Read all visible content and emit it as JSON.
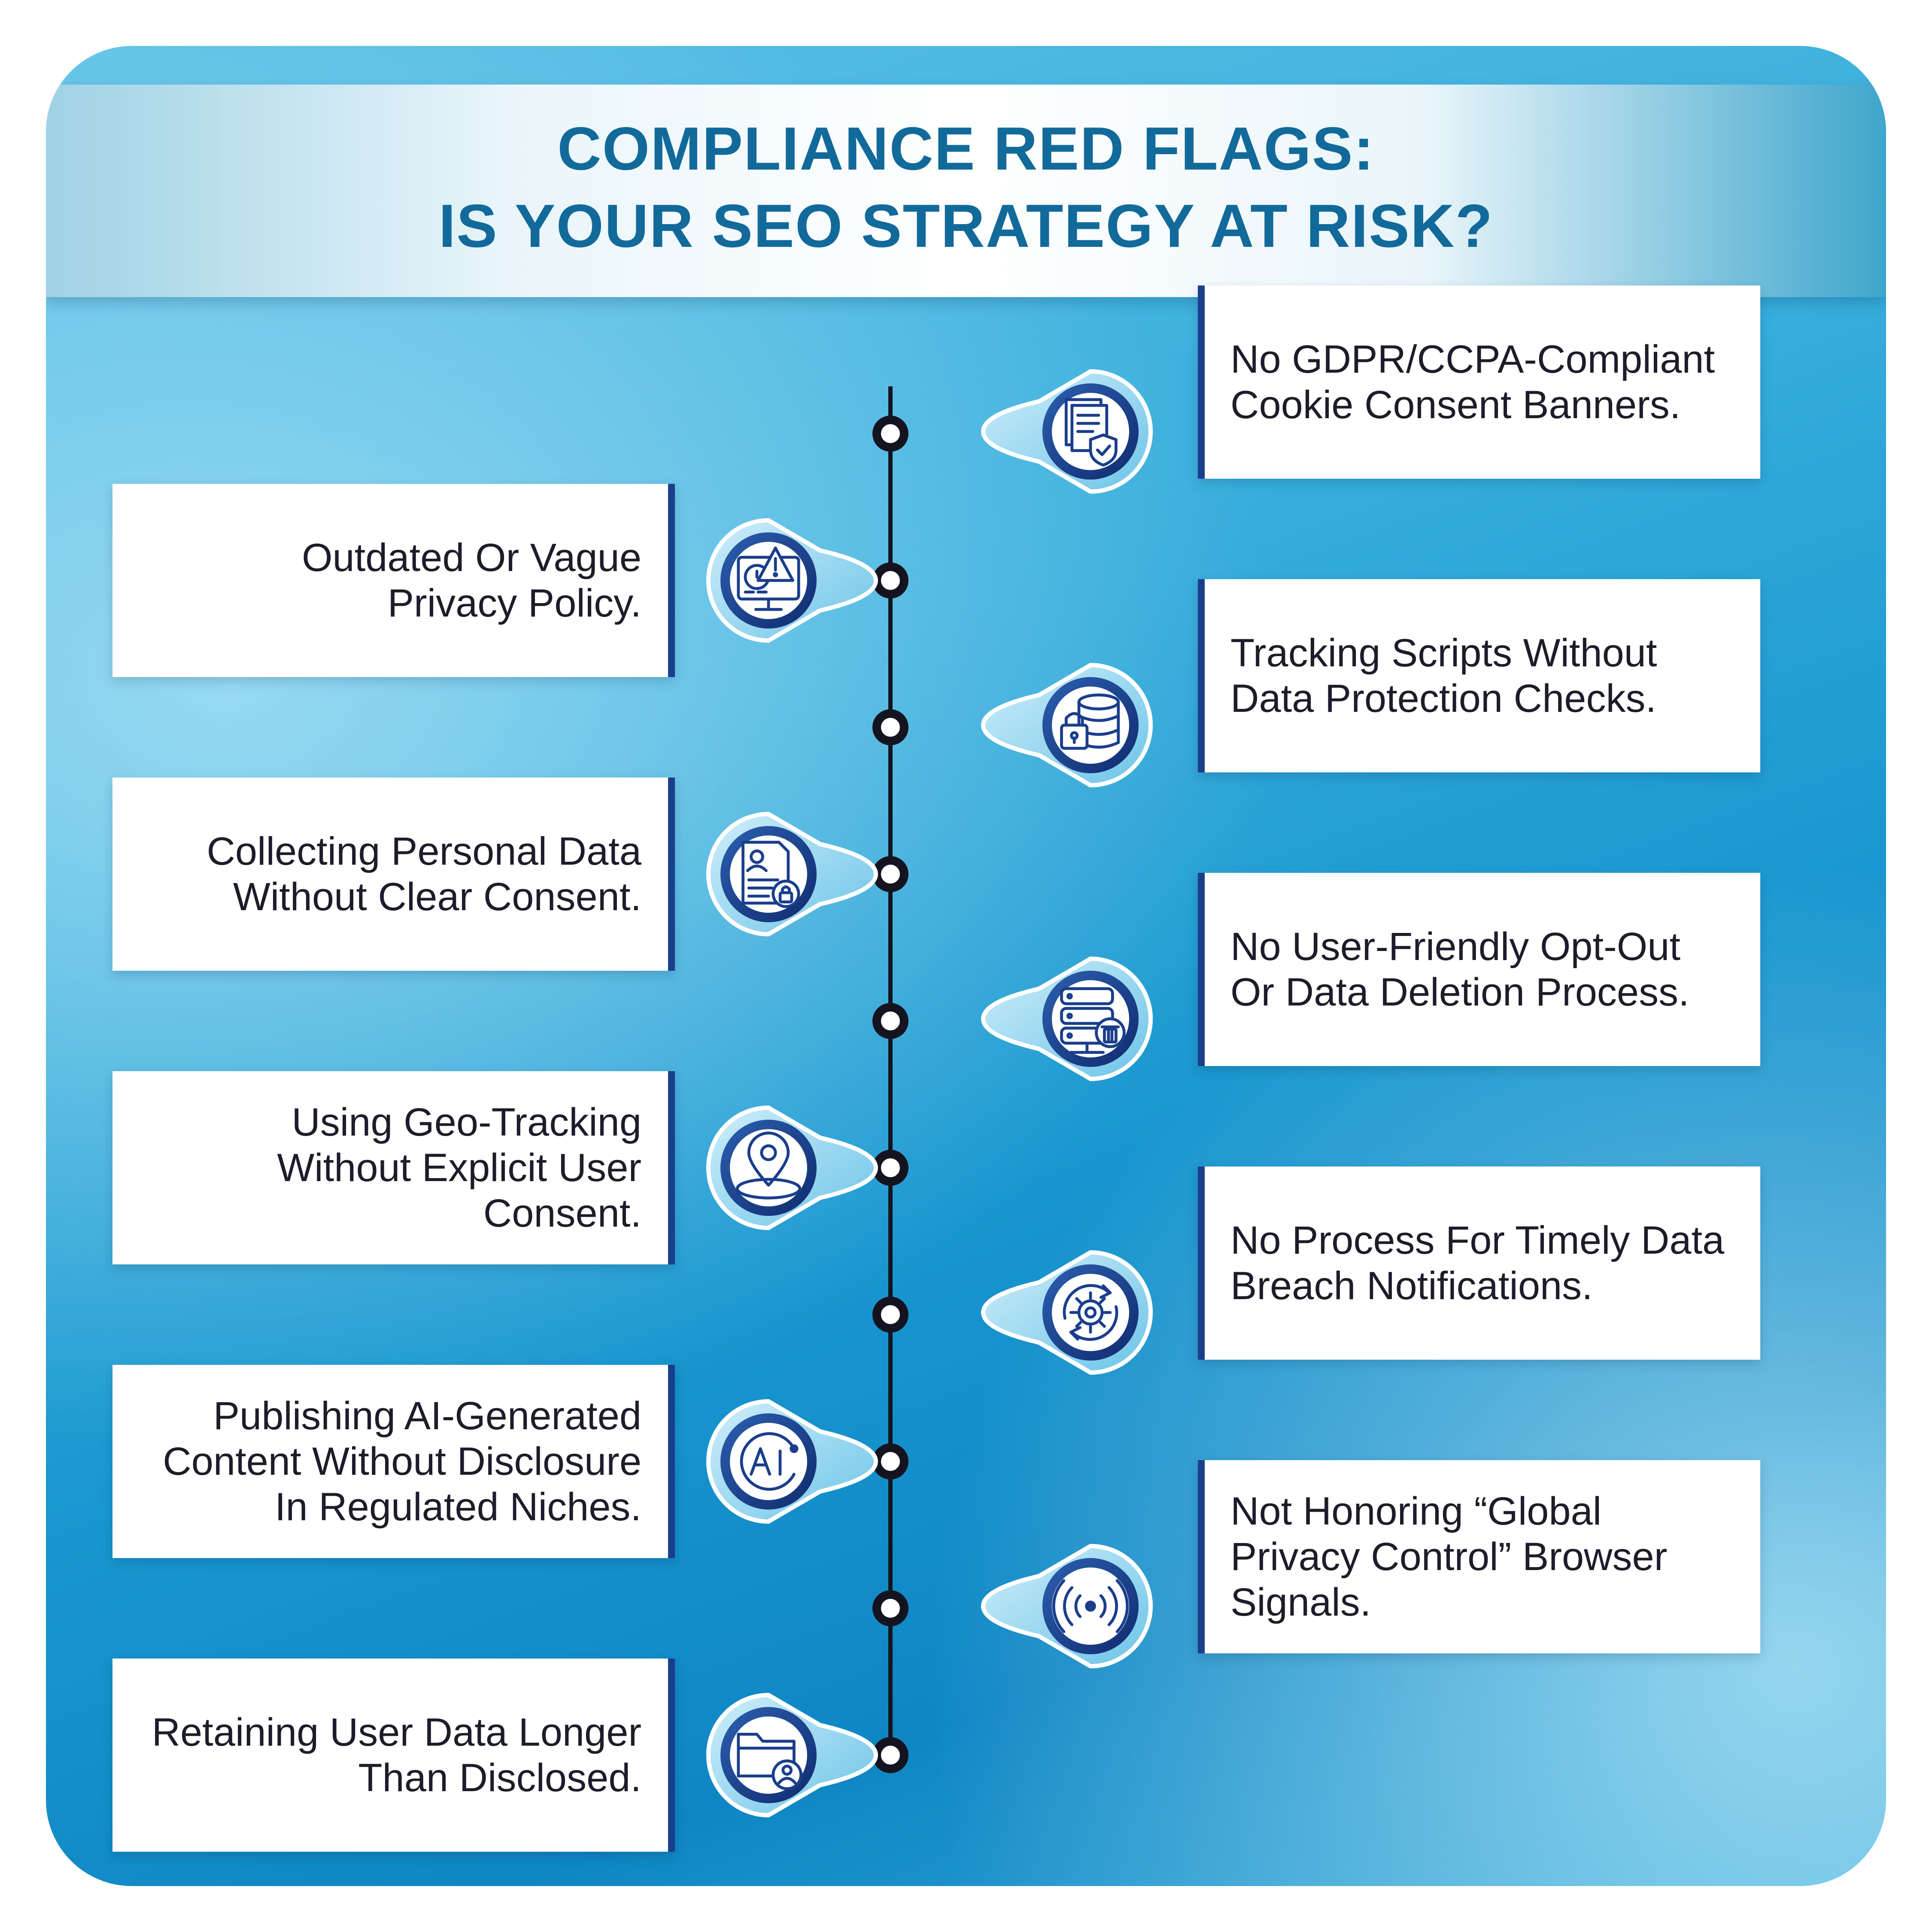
{
  "title": {
    "line1": "COMPLIANCE RED FLAGS:",
    "line2": "IS YOUR SEO STRATEGY AT RISK?"
  },
  "items": [
    {
      "id": "cookie-consent",
      "side": "right",
      "lines": [
        "No GDPR/CCPA-Compliant",
        "Cookie Consent Banners."
      ],
      "icon": "documents-shield-icon"
    },
    {
      "id": "privacy-policy",
      "side": "left",
      "lines": [
        "Outdated Or Vague",
        "Privacy Policy."
      ],
      "icon": "monitor-alert-icon"
    },
    {
      "id": "tracking-scripts",
      "side": "right",
      "lines": [
        "Tracking Scripts Without",
        "Data Protection Checks."
      ],
      "icon": "database-lock-icon"
    },
    {
      "id": "personal-data",
      "side": "left",
      "lines": [
        "Collecting Personal Data",
        "Without Clear Consent."
      ],
      "icon": "profile-document-lock-icon"
    },
    {
      "id": "opt-out",
      "side": "right",
      "lines": [
        "No User-Friendly Opt-Out",
        "Or Data Deletion Process."
      ],
      "icon": "server-delete-icon"
    },
    {
      "id": "geo-tracking",
      "side": "left",
      "lines": [
        "Using Geo-Tracking",
        "Without Explicit User",
        "Consent."
      ],
      "icon": "location-pin-icon"
    },
    {
      "id": "breach-notification",
      "side": "right",
      "lines": [
        "No Process For Timely Data",
        "Breach Notifications."
      ],
      "icon": "gear-cycle-icon"
    },
    {
      "id": "ai-content",
      "side": "left",
      "lines": [
        "Publishing AI-Generated",
        "Content Without Disclosure",
        "In Regulated Niches."
      ],
      "icon": "ai-icon"
    },
    {
      "id": "gpc-signals",
      "side": "right",
      "lines": [
        "Not Honoring “Global",
        "Privacy Control” Browser",
        "Signals."
      ],
      "icon": "broadcast-signal-icon"
    },
    {
      "id": "data-retention",
      "side": "left",
      "lines": [
        "Retaining User Data Longer",
        "Than Disclosed."
      ],
      "icon": "folder-user-icon"
    }
  ],
  "colors": {
    "title": "#116a9a",
    "accent": "#1a3e8c",
    "spine": "#141420"
  }
}
